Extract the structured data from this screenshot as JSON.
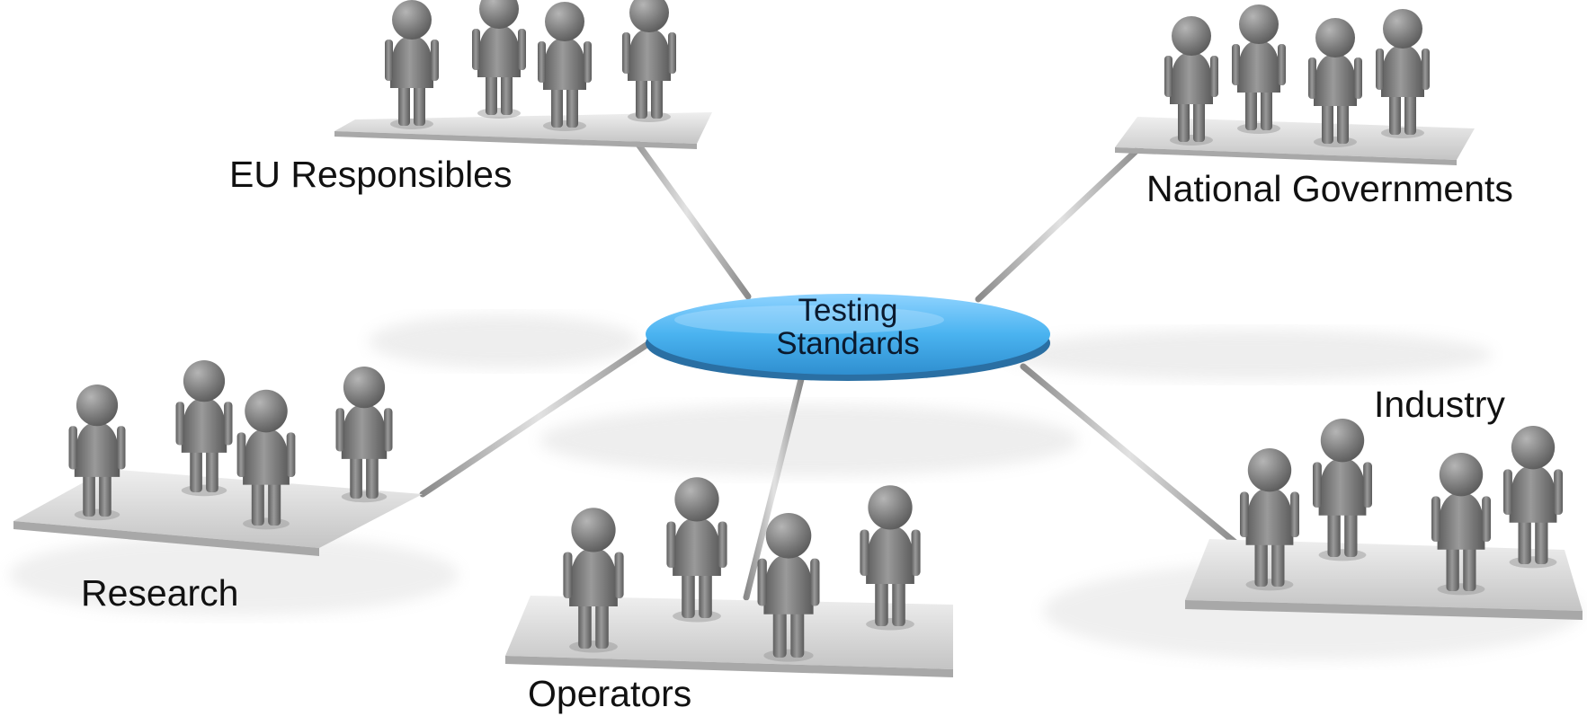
{
  "hub": {
    "line1": "Testing",
    "line2": "Standards",
    "color": "#4ab3f0"
  },
  "groups": [
    {
      "id": "eu",
      "label": "EU Responsibles"
    },
    {
      "id": "national",
      "label": "National Governments"
    },
    {
      "id": "research",
      "label": "Research"
    },
    {
      "id": "operators",
      "label": "Operators"
    },
    {
      "id": "industry",
      "label": "Industry"
    }
  ],
  "colors": {
    "figure": "#7a7a7a",
    "platform": "#d9d9d9",
    "rod": "#9c9c9c",
    "background": "#ffffff"
  }
}
